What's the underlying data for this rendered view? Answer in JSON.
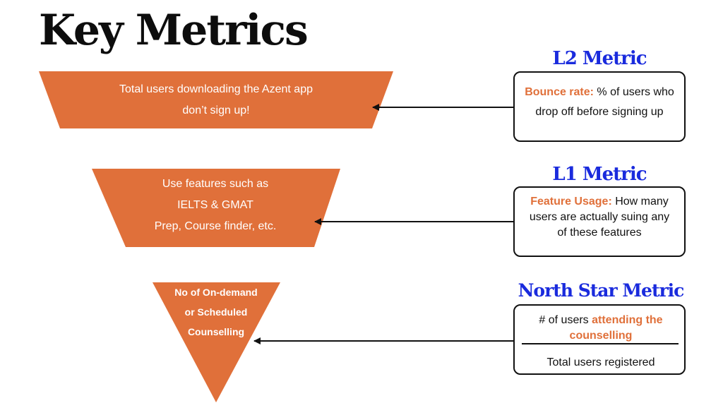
{
  "page": {
    "title": "Key Metrics"
  },
  "colors": {
    "funnel": "#E0703A",
    "metric_label": "#1A2BDD",
    "accent": "#E0703A",
    "text": "#111111"
  },
  "funnel": [
    {
      "lines": [
        "Total users downloading the Azent app",
        "don’t sign up!"
      ]
    },
    {
      "lines": [
        "Use features such as",
        "IELTS & GMAT",
        "Prep, Course finder, etc."
      ]
    },
    {
      "lines": [
        "No of On-demand",
        "or Scheduled",
        "Counselling"
      ]
    }
  ],
  "metrics": [
    {
      "label": "L2 Metric",
      "highlight": "Bounce rate:",
      "rest": " % of users who drop off before signing up"
    },
    {
      "label": "L1 Metric",
      "highlight": "Feature Usage:",
      "rest": " How many users are actually suing any of these features"
    },
    {
      "label": "North Star Metric",
      "numerator_prefix": "# of users ",
      "numerator_highlight": "attending the counselling",
      "denominator": "Total users registered"
    }
  ]
}
